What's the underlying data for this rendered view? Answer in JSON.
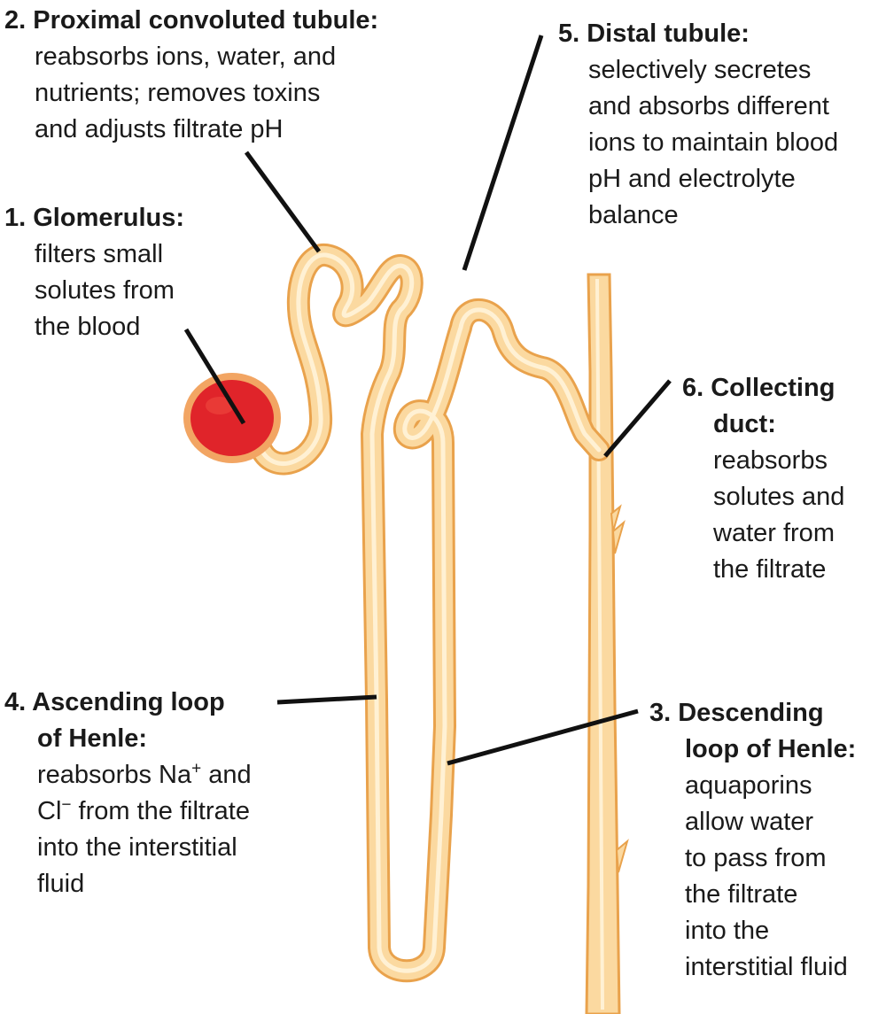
{
  "labels": {
    "glomerulus": {
      "title": "1. Glomerulus:",
      "lines": [
        "filters small",
        "solutes from",
        "the blood"
      ]
    },
    "proximal": {
      "title": "2. Proximal convoluted tubule:",
      "lines": [
        "reabsorbs ions, water, and",
        "nutrients; removes toxins",
        "and adjusts filtrate pH"
      ]
    },
    "descending": {
      "title_lines": [
        "3. Descending",
        "loop of Henle:"
      ],
      "lines": [
        "aquaporins",
        "allow water",
        "to pass from",
        "the filtrate",
        "into the",
        "interstitial fluid"
      ]
    },
    "ascending": {
      "title_lines": [
        "4. Ascending loop",
        "of Henle:"
      ],
      "na_prefix": "reabsorbs Na",
      "na_sup": "+",
      "na_suffix": " and",
      "cl_prefix": "Cl",
      "cl_sup": "−",
      "cl_suffix": " from the filtrate",
      "lines": [
        "into the interstitial",
        "fluid"
      ]
    },
    "distal": {
      "title": "5. Distal tubule:",
      "lines": [
        "selectively secretes",
        "and absorbs different",
        "ions to maintain blood",
        "pH and electrolyte",
        "balance"
      ]
    },
    "collecting": {
      "title_lines": [
        "6. Collecting",
        "duct:"
      ],
      "lines": [
        "reabsorbs",
        "solutes and",
        "water from",
        "the filtrate"
      ]
    }
  },
  "colors": {
    "tubule_outline": "#e9a24c",
    "tubule_fill": "#fbd9a0",
    "tubule_highlight": "#fff1d4",
    "glomerulus_outline": "#f2a563",
    "glomerulus_fill": "#e0242a",
    "leader_line": "#111111"
  }
}
